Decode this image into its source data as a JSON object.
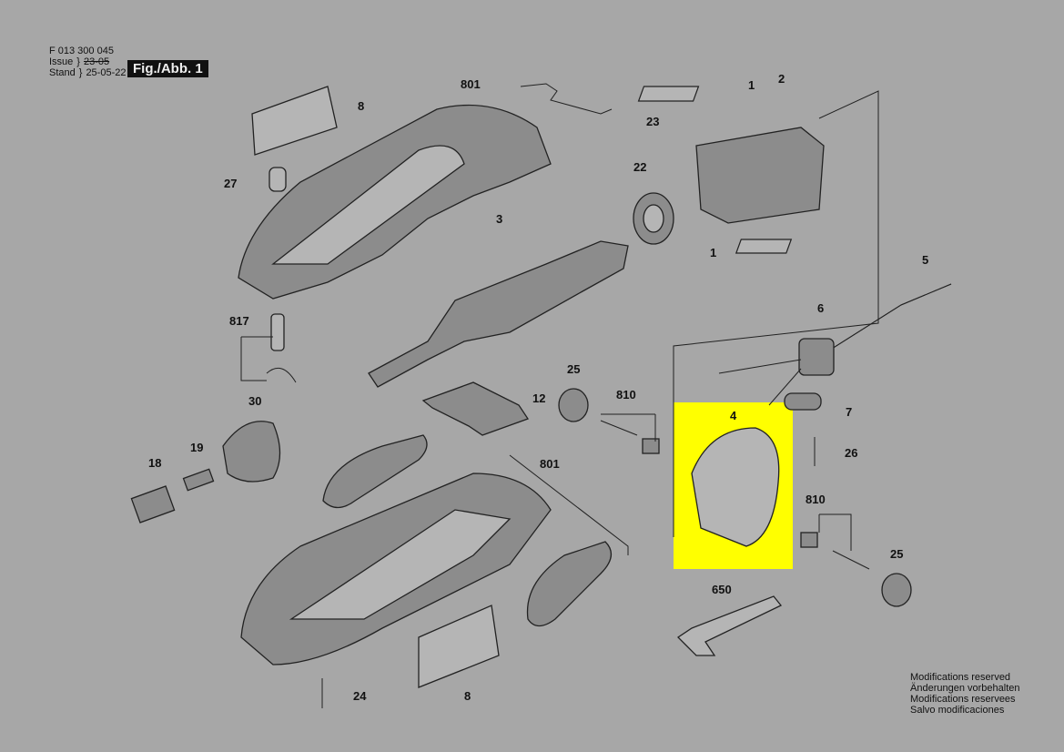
{
  "header": {
    "doc_number": "F 013 300 045",
    "issue_label": "Issue",
    "stand_label": "Stand",
    "old_date": "23-05",
    "date": "25-05-22",
    "figure": "Fig./Abb. 1"
  },
  "notes": [
    "Modifications reserved",
    "Änderungen vorbehalten",
    "Modifications reservees",
    "Salvo modificaciones"
  ],
  "highlight_color": "#ffff00",
  "labels": [
    "801",
    "8",
    "27",
    "23",
    "1",
    "2",
    "22",
    "1",
    "3",
    "5",
    "6",
    "817",
    "25",
    "810",
    "12",
    "7",
    "4",
    "30",
    "26",
    "19",
    "18",
    "801",
    "810",
    "25",
    "650",
    "24",
    "8"
  ]
}
